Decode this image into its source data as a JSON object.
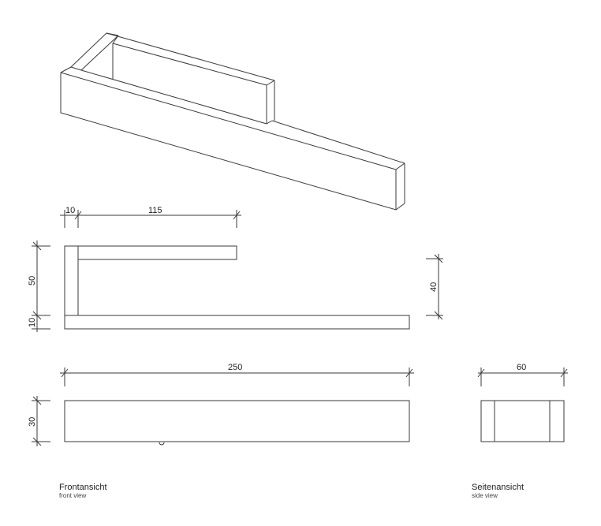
{
  "dimensions": {
    "top_view": {
      "d10_width": "10",
      "d115": "115",
      "d50": "50",
      "d10_height": "10",
      "d40": "40"
    },
    "front_view": {
      "d250": "250",
      "d30": "30"
    },
    "side_view": {
      "d60": "60"
    }
  },
  "captions": {
    "front": {
      "de": "Frontansicht",
      "en": "front view"
    },
    "side": {
      "de": "Seitenansicht",
      "en": "side view"
    }
  }
}
